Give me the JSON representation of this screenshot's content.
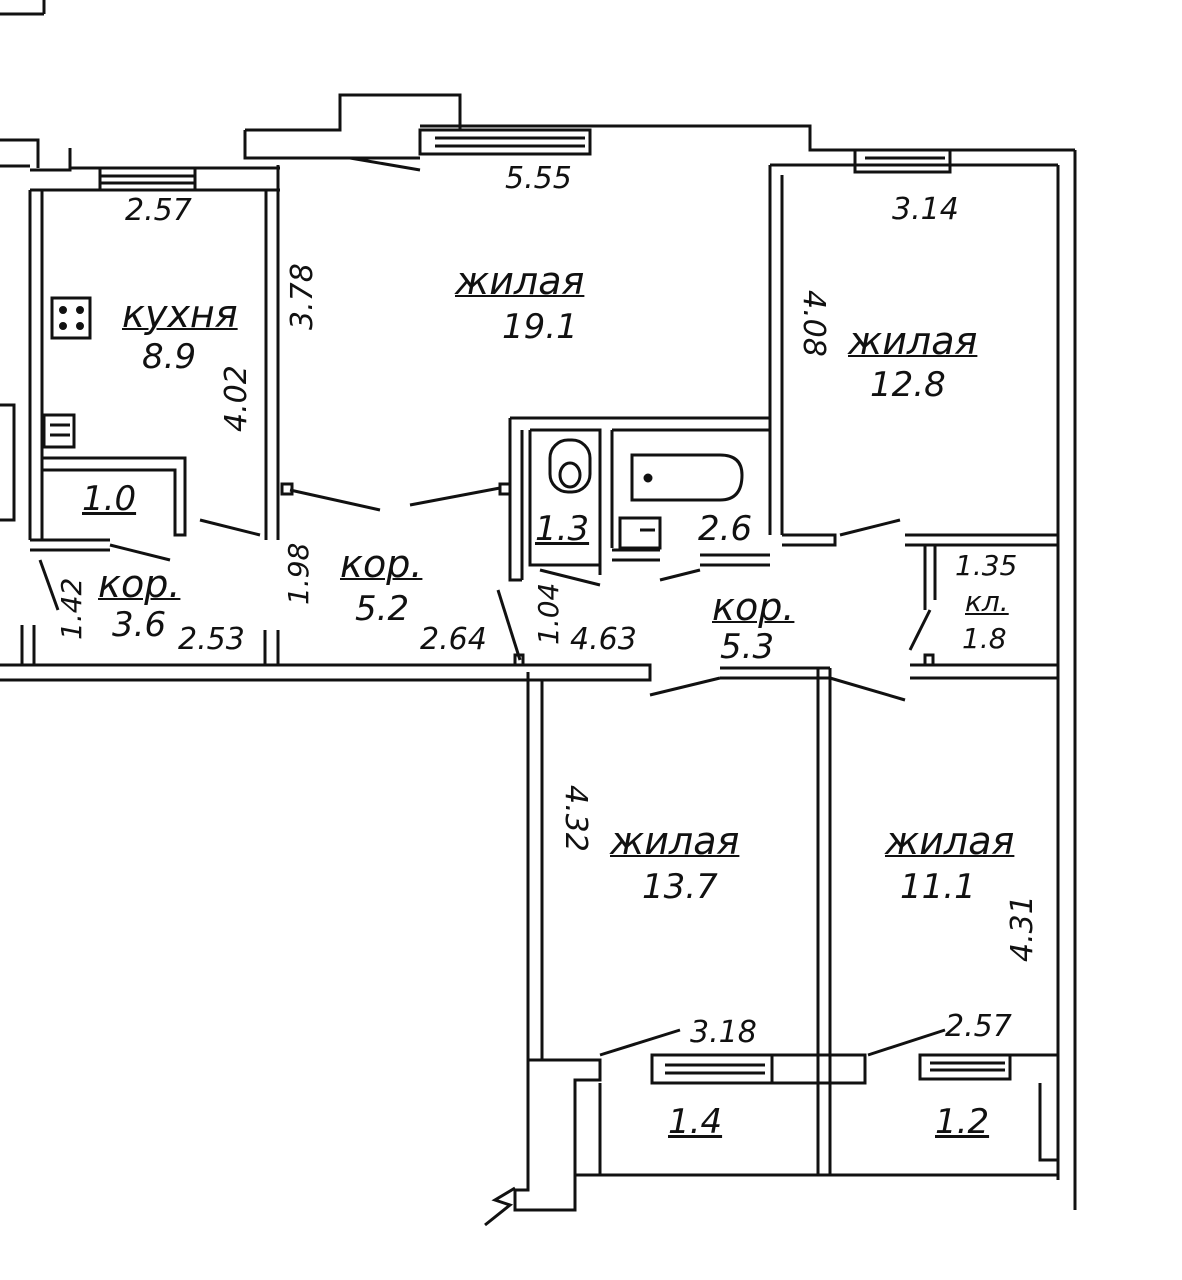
{
  "rooms": {
    "kitchen": {
      "name": "кухня",
      "area": "8.9"
    },
    "living_main": {
      "name": "жилая",
      "area": "19.1"
    },
    "living_ne": {
      "name": "жилая",
      "area": "12.8"
    },
    "living_s1": {
      "name": "жилая",
      "area": "13.7"
    },
    "living_s2": {
      "name": "жилая",
      "area": "11.1"
    },
    "corridor_w": {
      "name": "кор.",
      "area": "3.6"
    },
    "corridor_mid": {
      "name": "кор.",
      "area": "5.2"
    },
    "corridor_e": {
      "name": "кор.",
      "area": "5.3"
    },
    "closet": {
      "name": "кл.",
      "area": "1.8"
    },
    "pantry": {
      "area": "1.0"
    },
    "wc": {
      "area": "1.3"
    },
    "bath": {
      "area": "2.6"
    },
    "balcony_1": {
      "area": "1.4"
    },
    "balcony_2": {
      "area": "1.2"
    }
  },
  "dimensions": {
    "kitchen_top": "2.57",
    "kitchen_side": "4.02",
    "living_main_top": "5.55",
    "living_main_side": "3.78",
    "living_ne_top": "3.14",
    "living_ne_side": "4.08",
    "corridor_w_side": "1.42",
    "corridor_w_bottom": "2.53",
    "corridor_mid_side": "1.98",
    "corridor_mid_bottom": "2.64",
    "corridor_e_side": "1.04",
    "corridor_e_bottom": "4.63",
    "closet_top": "1.35",
    "living_s1_side": "4.32",
    "living_s1_bottom": "3.18",
    "living_s2_side": "4.31",
    "living_s2_bottom": "2.57"
  }
}
